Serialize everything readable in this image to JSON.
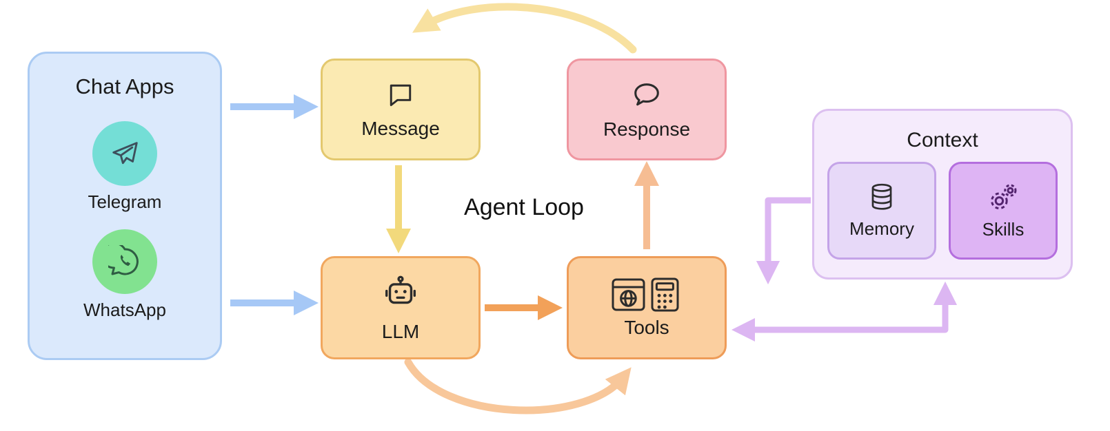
{
  "title": {
    "agent_loop": "Agent Loop"
  },
  "chat_apps": {
    "label": "Chat Apps",
    "items": [
      {
        "id": "telegram",
        "label": "Telegram",
        "icon": "telegram-icon",
        "circle_color": "#74ded6"
      },
      {
        "id": "whatsapp",
        "label": "WhatsApp",
        "icon": "whatsapp-icon",
        "circle_color": "#82e290"
      }
    ]
  },
  "nodes": {
    "message": {
      "label": "Message",
      "icon": "speech-bubble-square-icon",
      "fill": "#fbeab2",
      "border": "#e3c86e"
    },
    "response": {
      "label": "Response",
      "icon": "speech-bubble-round-icon",
      "fill": "#f9c9cf",
      "border": "#ef96a0"
    },
    "llm": {
      "label": "LLM",
      "icon": "robot-icon",
      "fill": "#fcd8a4",
      "border": "#f1a75e"
    },
    "tools": {
      "label": "Tools",
      "icon": "browser-and-calculator-icon",
      "fill": "#fbcf9f",
      "border": "#ee9c58"
    }
  },
  "context": {
    "label": "Context",
    "fill": "#f5ebfc",
    "border": "#dcc0f0",
    "children": [
      {
        "id": "memory",
        "label": "Memory",
        "icon": "database-icon",
        "fill": "#e7d9f8",
        "border": "#c4a3e8"
      },
      {
        "id": "skills",
        "label": "Skills",
        "icon": "gears-icon",
        "fill": "#deb4f4",
        "border": "#b46ede"
      }
    ]
  },
  "edges": [
    {
      "from": "chat_apps",
      "to": "message",
      "color": "#a6c8f6",
      "style": "straight"
    },
    {
      "from": "chat_apps",
      "to": "llm",
      "color": "#a6c8f6",
      "style": "straight"
    },
    {
      "from": "message",
      "to": "llm",
      "color": "#f2d97c",
      "style": "straight"
    },
    {
      "from": "llm",
      "to": "tools",
      "color": "#f2a159",
      "style": "straight"
    },
    {
      "from": "tools",
      "to": "response",
      "color": "#f6bd93",
      "style": "straight"
    },
    {
      "from": "response",
      "to": "message",
      "color": "#f8e1a0",
      "style": "curve-top"
    },
    {
      "from": "llm",
      "to": "tools",
      "color": "#f8c79a",
      "style": "curve-bottom"
    },
    {
      "from": "context",
      "to": "tools",
      "color": "#dcb6f2",
      "style": "elbow"
    },
    {
      "from": "tools",
      "to": "context",
      "color": "#dcb6f2",
      "style": "elbow-bidirectional"
    }
  ]
}
